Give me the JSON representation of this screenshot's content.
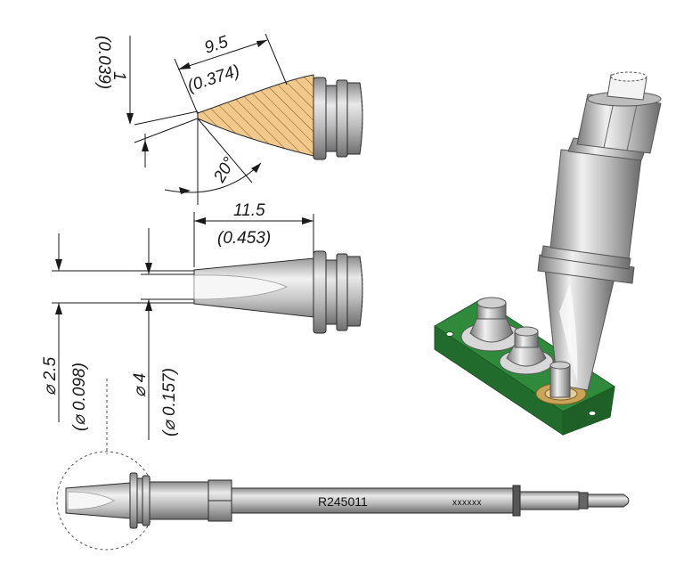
{
  "top_view": {
    "length_mm": "9.5",
    "length_in": "(0.374)",
    "width_mm": "1",
    "width_in": "(0.039)",
    "angle": "20°"
  },
  "side_view": {
    "length_mm": "11.5",
    "length_in": "(0.453)",
    "inner_dia_mm": "⌀ 2.5",
    "inner_dia_in": "(⌀ 0.098)",
    "outer_dia_mm": "⌀ 4",
    "outer_dia_in": "(⌀ 0.157)"
  },
  "cartridge": {
    "part_number": "R245011",
    "batch_code": "xxxxxx"
  },
  "colors": {
    "tip_hatch": "#f2c98a",
    "pcb_green": "#2f8a3c",
    "pad_gold": "#c9a45a",
    "metal_light": "#e4e4e4",
    "metal_dark": "#8c8c8c"
  }
}
